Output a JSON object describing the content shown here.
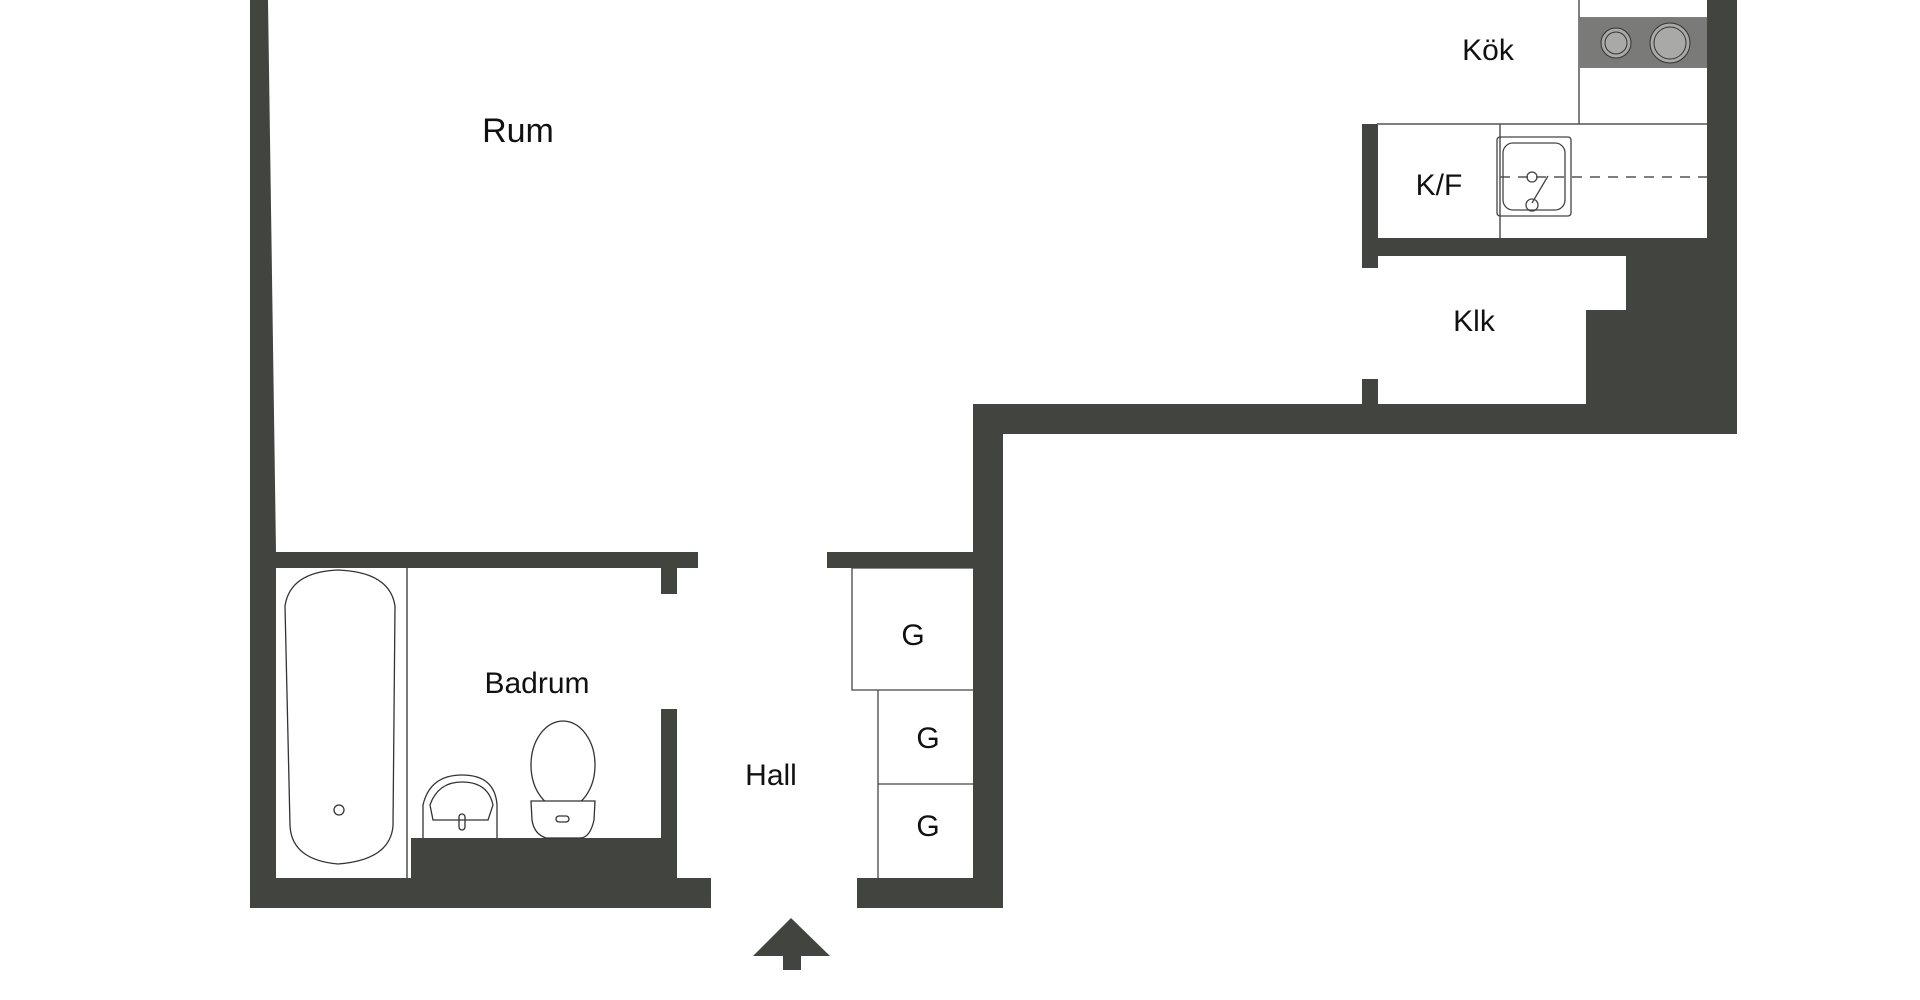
{
  "plan": {
    "wall_color": "#42443f",
    "rooms": {
      "rum": "Rum",
      "kok": "Kök",
      "kf": "K/F",
      "klk": "Klk",
      "badrum": "Badrum",
      "hall": "Hall",
      "g1": "G",
      "g2": "G",
      "g3": "G"
    },
    "entrance_icon": "entrance-arrow-icon"
  }
}
